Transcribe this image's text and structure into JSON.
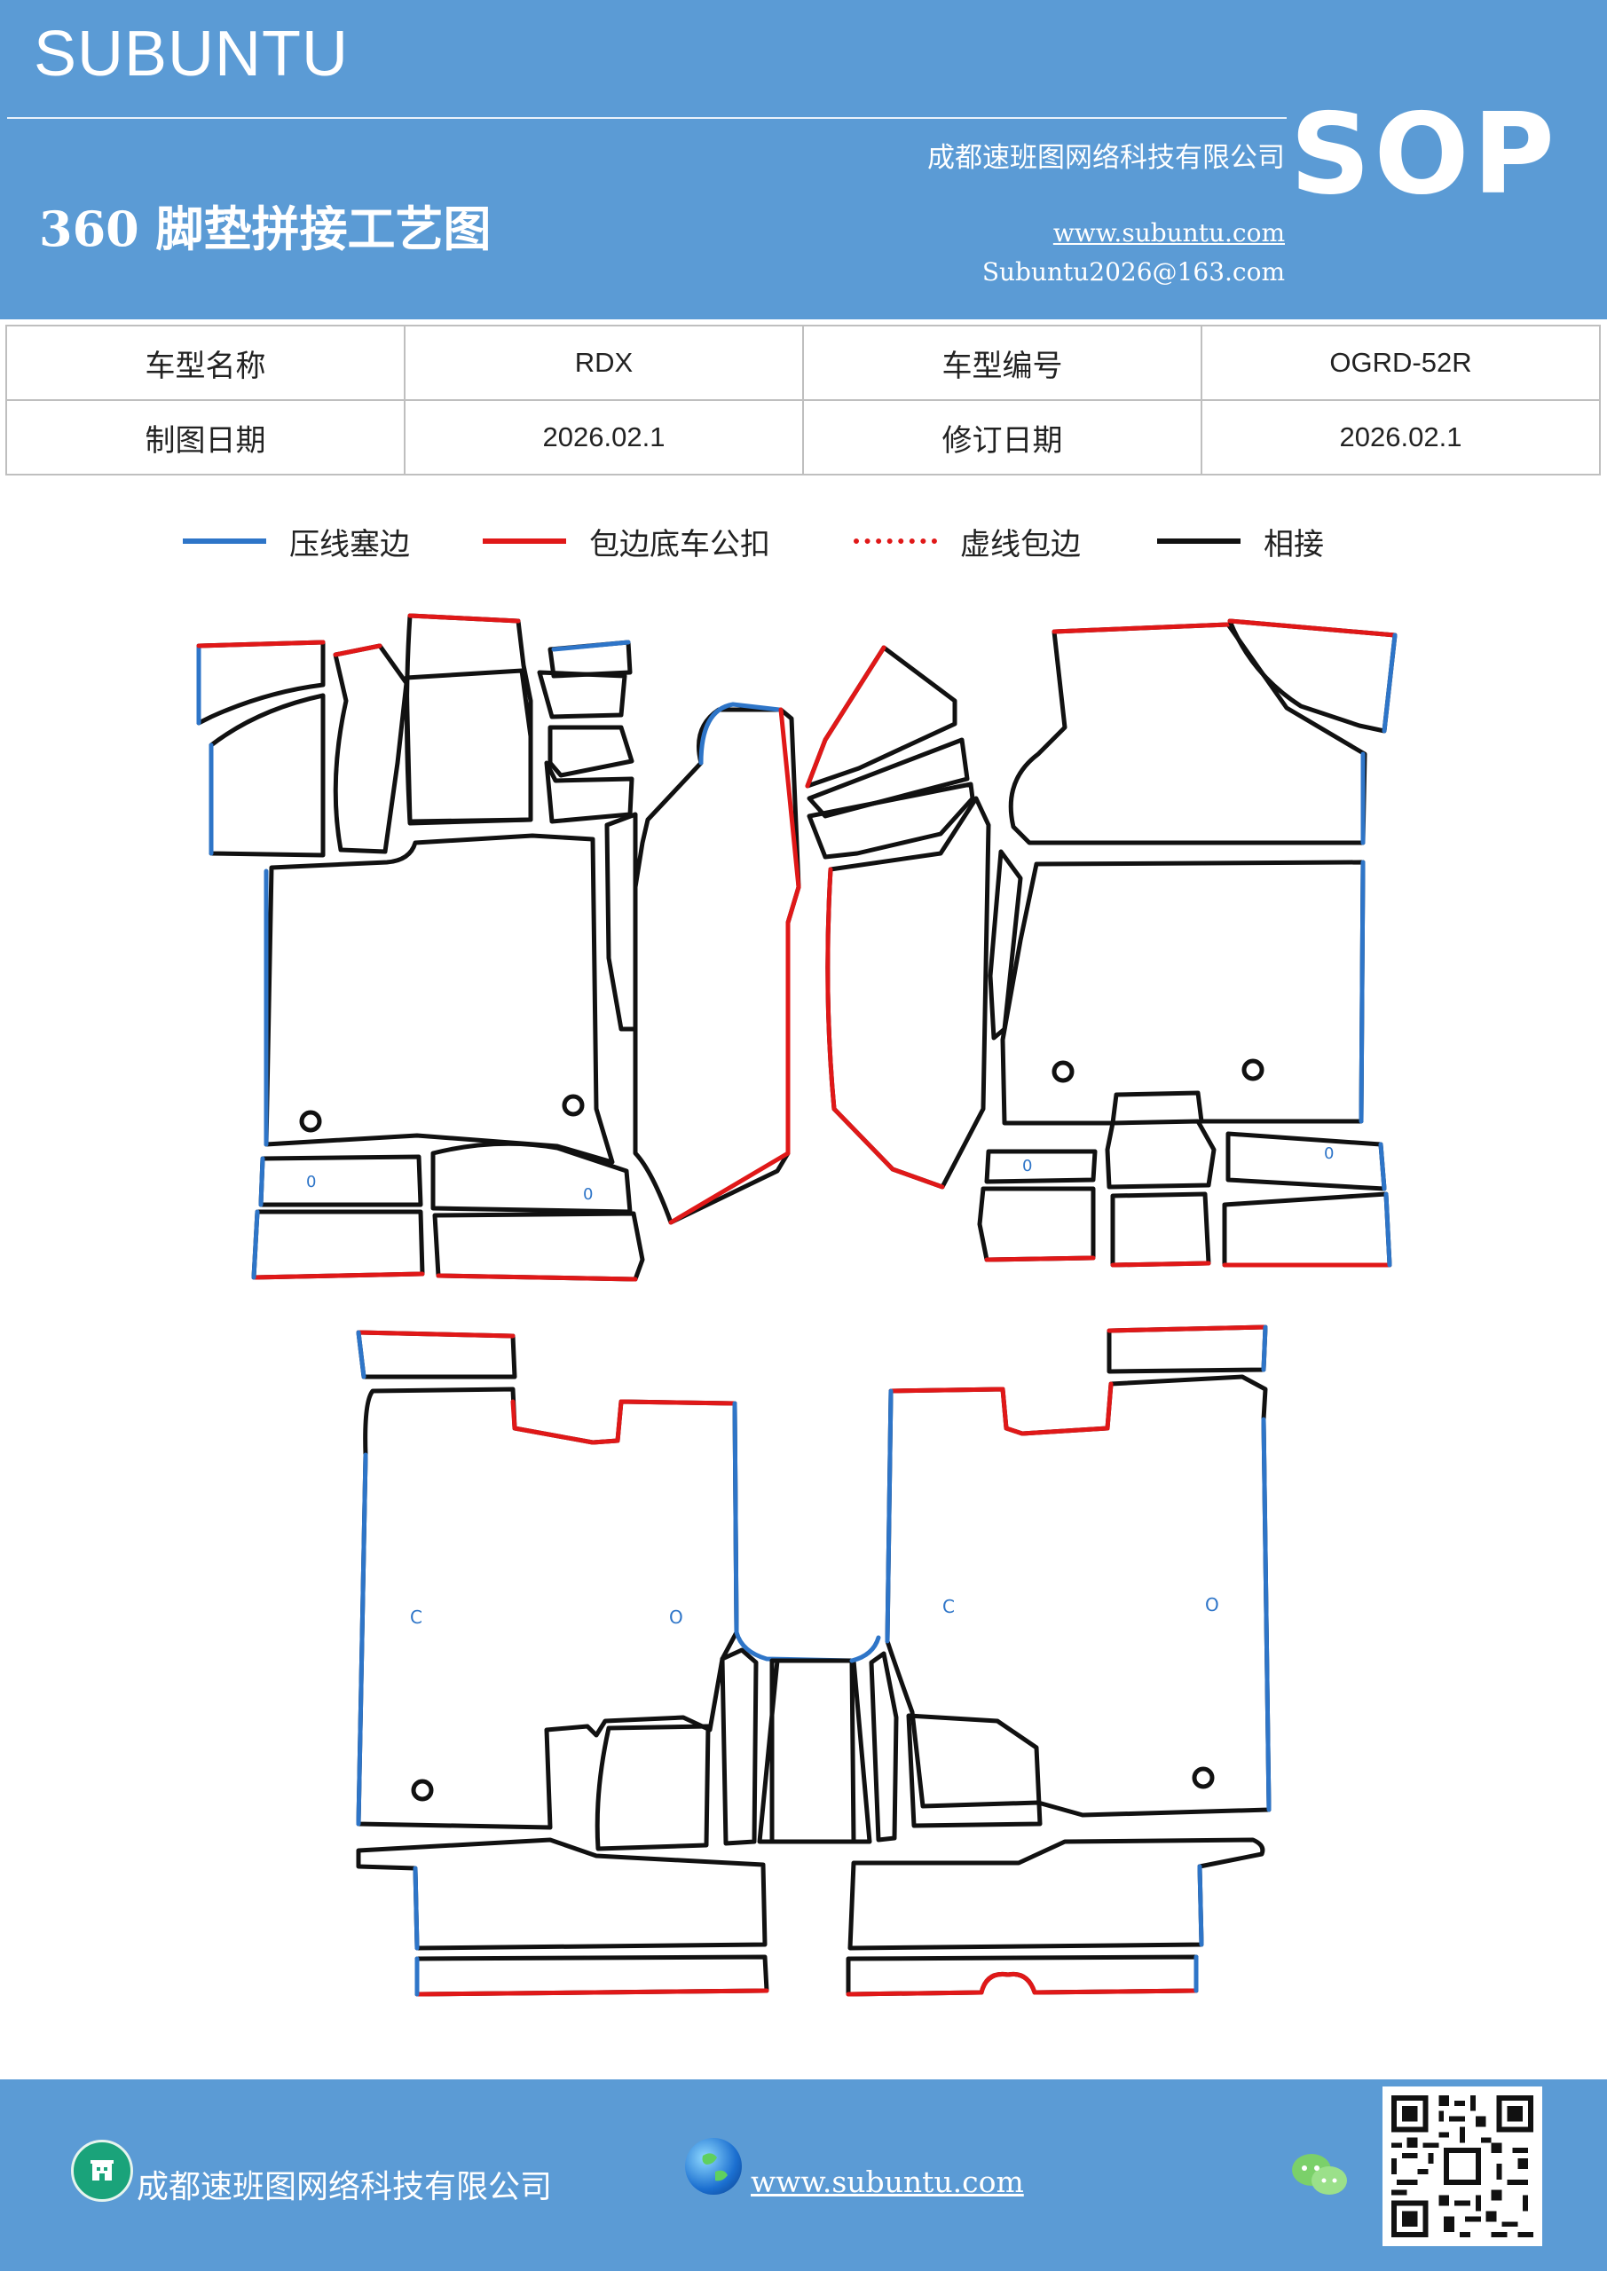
{
  "header": {
    "brand": "SUBUNTU",
    "company": "成都速班图网络科技有限公司",
    "title": "360 脚垫拼接工艺图",
    "website": "www.subuntu.com",
    "email": "Subuntu2026@163.com",
    "badge": "SOP",
    "background_color": "#5b9bd5"
  },
  "info_table": {
    "rows": [
      [
        {
          "label": "车型名称",
          "value": "RDX"
        },
        {
          "label": "车型编号",
          "value": "OGRD-52R"
        }
      ],
      [
        {
          "label": "制图日期",
          "value": "2026.02.1"
        },
        {
          "label": "修订日期",
          "value": "2026.02.1"
        }
      ]
    ]
  },
  "legend": [
    {
      "label": "压线塞边",
      "style": "solid",
      "color": "#2e75c8"
    },
    {
      "label": "包边底车公扣",
      "style": "solid",
      "color": "#e01818"
    },
    {
      "label": "虚线包边",
      "style": "dotted",
      "color": "#e01818"
    },
    {
      "label": "相接",
      "style": "solid",
      "color": "#111111"
    }
  ],
  "footer": {
    "company": "成都速班图网络科技有限公司",
    "website": "www.subuntu.com",
    "icons": [
      "building-icon",
      "globe-icon",
      "wechat-icon",
      "qr-code"
    ]
  }
}
